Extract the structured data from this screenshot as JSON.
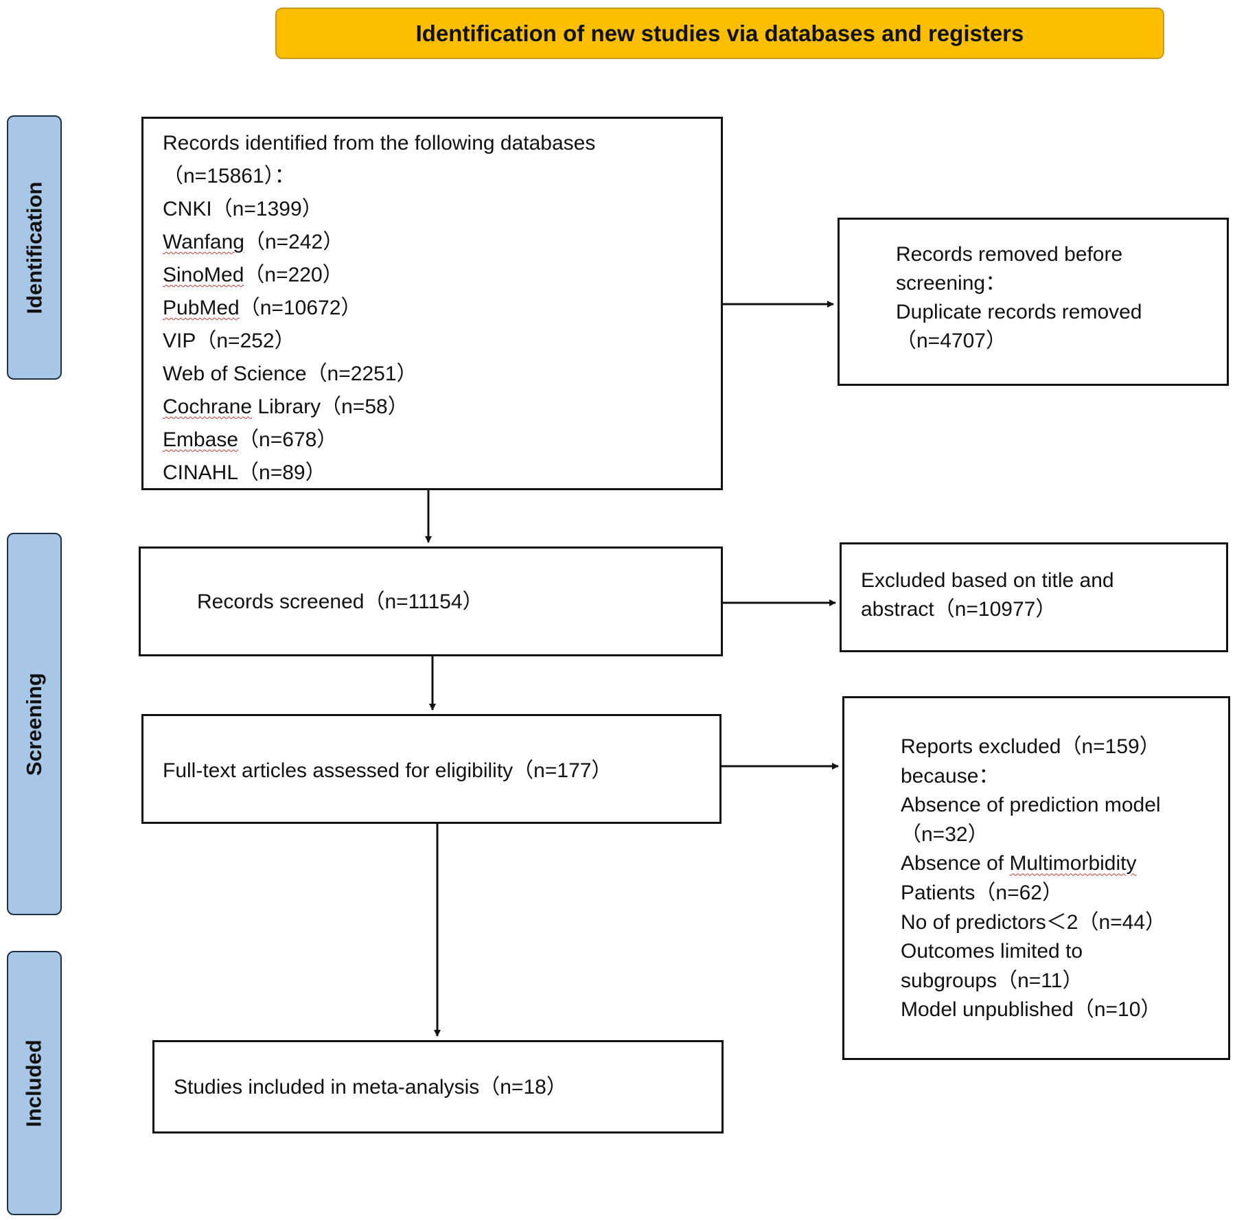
{
  "header": {
    "title": "Identification of new studies via databases and registers"
  },
  "phases": {
    "identification": "Identification",
    "screening": "Screening",
    "included": "Included"
  },
  "databases_box": {
    "intro": "Records identified from the following databases",
    "total": "（n=15861）：",
    "items": [
      {
        "name": "CNKI",
        "count": "（n=1399）"
      },
      {
        "name": "Wanfang",
        "count": "（n=242）"
      },
      {
        "name": "SinoMed",
        "count": "（n=220）"
      },
      {
        "name": "PubMed",
        "count": "（n=10672）"
      },
      {
        "name": "VIP",
        "count": "（n=252）"
      },
      {
        "name": "Web of Science",
        "count": "（n=2251）"
      },
      {
        "name": "Cochrane",
        "name_rest": " Library",
        "count": "（n=58）"
      },
      {
        "name": "Embase",
        "count": "（n=678）"
      },
      {
        "name": "CINAHL",
        "count": "（n=89）"
      }
    ]
  },
  "removed_box": {
    "line1": "Records removed before",
    "line2": "screening：",
    "line3": "Duplicate records removed",
    "line4": "（n=4707）"
  },
  "screened_box": {
    "text": "Records screened（n=11154）"
  },
  "excluded_title_box": {
    "line1": "Excluded based on title and",
    "line2": "abstract（n=10977）"
  },
  "fulltext_box": {
    "text": "Full-text articles assessed for eligibility（n=177）"
  },
  "reports_excluded_box": {
    "line1": "Reports excluded（n=159）",
    "line2": "because：",
    "line3": "Absence of prediction model",
    "line4": "（n=32）",
    "line5a": "Absence of ",
    "line5b": "Multimorbidity",
    "line6": "Patients（n=62）",
    "line7": "No of predictors＜2（n=44）",
    "line8": "Outcomes limited to",
    "line9": "subgroups（n=11）",
    "line10": "Model unpublished（n=10）"
  },
  "included_box": {
    "text": "Studies included in meta-analysis（n=18）"
  }
}
